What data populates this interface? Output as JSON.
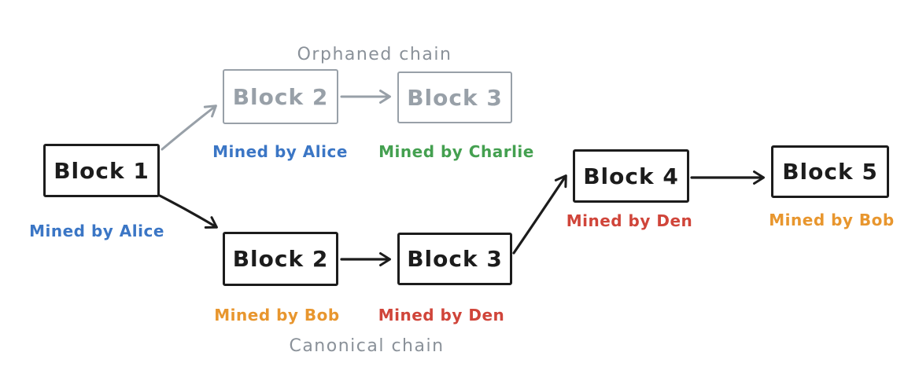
{
  "diagram": {
    "type": "blockchain-fork",
    "genesis": {
      "label": "Block 1",
      "miner": "Mined by Alice",
      "miner_color": "#3b76c5"
    },
    "orphaned_chain": {
      "title": "Orphaned chain",
      "blocks": [
        {
          "label": "Block 2",
          "miner": "Mined by Alice",
          "miner_color": "#3b76c5"
        },
        {
          "label": "Block 3",
          "miner": "Mined by Charlie",
          "miner_color": "#44a050"
        }
      ]
    },
    "canonical_chain": {
      "title": "Canonical chain",
      "blocks": [
        {
          "label": "Block 2",
          "miner": "Mined by Bob",
          "miner_color": "#e8962e"
        },
        {
          "label": "Block 3",
          "miner": "Mined by Den",
          "miner_color": "#d0453a"
        },
        {
          "label": "Block 4",
          "miner": "Mined by Den",
          "miner_color": "#d0453a"
        },
        {
          "label": "Block 5",
          "miner": "Mined by Bob",
          "miner_color": "#e8962e"
        }
      ]
    },
    "colors": {
      "solid_stroke": "#1c1c1c",
      "ghost_stroke": "#98a0a8",
      "chain_title": "#8a9199",
      "blue": "#3b76c5",
      "green": "#44a050",
      "orange": "#e8962e",
      "red": "#d0453a",
      "background": "#ffffff"
    }
  }
}
